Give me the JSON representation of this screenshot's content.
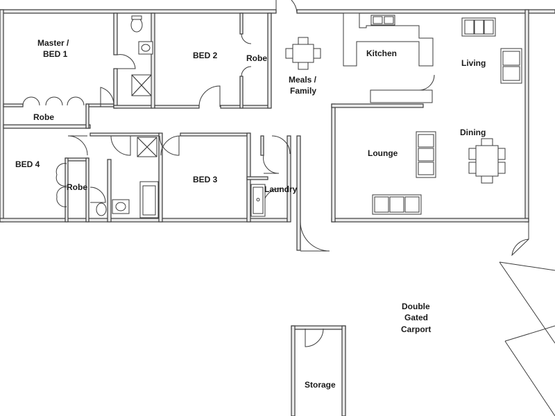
{
  "rooms": {
    "master_l1": "Master /",
    "master_l2": "BED 1",
    "robe_master": "Robe",
    "bed2": "BED 2",
    "robe_bed2": "Robe",
    "bed3": "BED 3",
    "bed4": "BED 4",
    "robe_bed4": "Robe",
    "laundry": "Laundry",
    "meals_l1": "Meals /",
    "meals_l2": "Family",
    "kitchen": "Kitchen",
    "living": "Living",
    "dining": "Dining",
    "lounge": "Lounge",
    "carport_l1": "Double",
    "carport_l2": "Gated",
    "carport_l3": "Carport",
    "storage": "Storage"
  }
}
